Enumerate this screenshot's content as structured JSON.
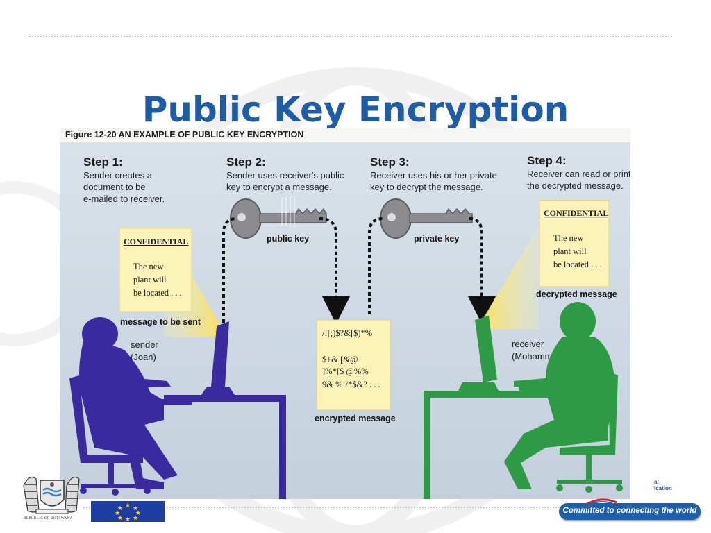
{
  "slide": {
    "title": "Public Key Encryption"
  },
  "figure": {
    "caption": "Figure 12-20 AN EXAMPLE OF PUBLIC KEY ENCRYPTION",
    "steps": [
      {
        "title": "Step 1:",
        "lines": [
          "Sender creates a",
          "document to be",
          "e-mailed to receiver."
        ]
      },
      {
        "title": "Step 2:",
        "lines": [
          "Sender uses receiver's public",
          "key to encrypt a message."
        ]
      },
      {
        "title": "Step 3:",
        "lines": [
          "Receiver uses his or her private",
          "key to decrypt the message."
        ]
      },
      {
        "title": "Step 4:",
        "lines": [
          "Receiver can read or print",
          "the decrypted message."
        ]
      }
    ],
    "public_key_label": "public key",
    "private_key_label": "private key",
    "sent_note": {
      "heading": "CONFIDENTIAL",
      "lines": [
        "The new",
        "plant will",
        "be located . . ."
      ],
      "label": "message to be sent"
    },
    "decrypted_note": {
      "heading": "CONFIDENTIAL",
      "lines": [
        "The new",
        "plant will",
        "be located . . ."
      ],
      "label": "decrypted message"
    },
    "encrypted_note": {
      "lines": [
        "/![;)$?&[$)*%",
        "$+& [&@",
        "]%*[$ @%%",
        "9& %!/*$&? . . ."
      ],
      "label": "encrypted message"
    },
    "sender": {
      "role": "sender",
      "name": "(Joan)"
    },
    "receiver": {
      "role": "receiver",
      "name": "(Mohammed)"
    },
    "colors": {
      "background": "#c9d6e2",
      "sender": "#3a2aa0",
      "receiver": "#2f9a45",
      "note": "#fdf2b8",
      "key": "#8a8a8f"
    }
  },
  "footer": {
    "botswana_label": "REPUBLIC OF BOTSWANA",
    "itu_fragment_1": "al",
    "itu_fragment_2": "ication",
    "itu_slogan": "Committed to connecting the world",
    "colors": {
      "itu_blue": "#1d5fa8",
      "eu_blue": "#1f3fa0",
      "eu_star": "#ffd800"
    }
  }
}
